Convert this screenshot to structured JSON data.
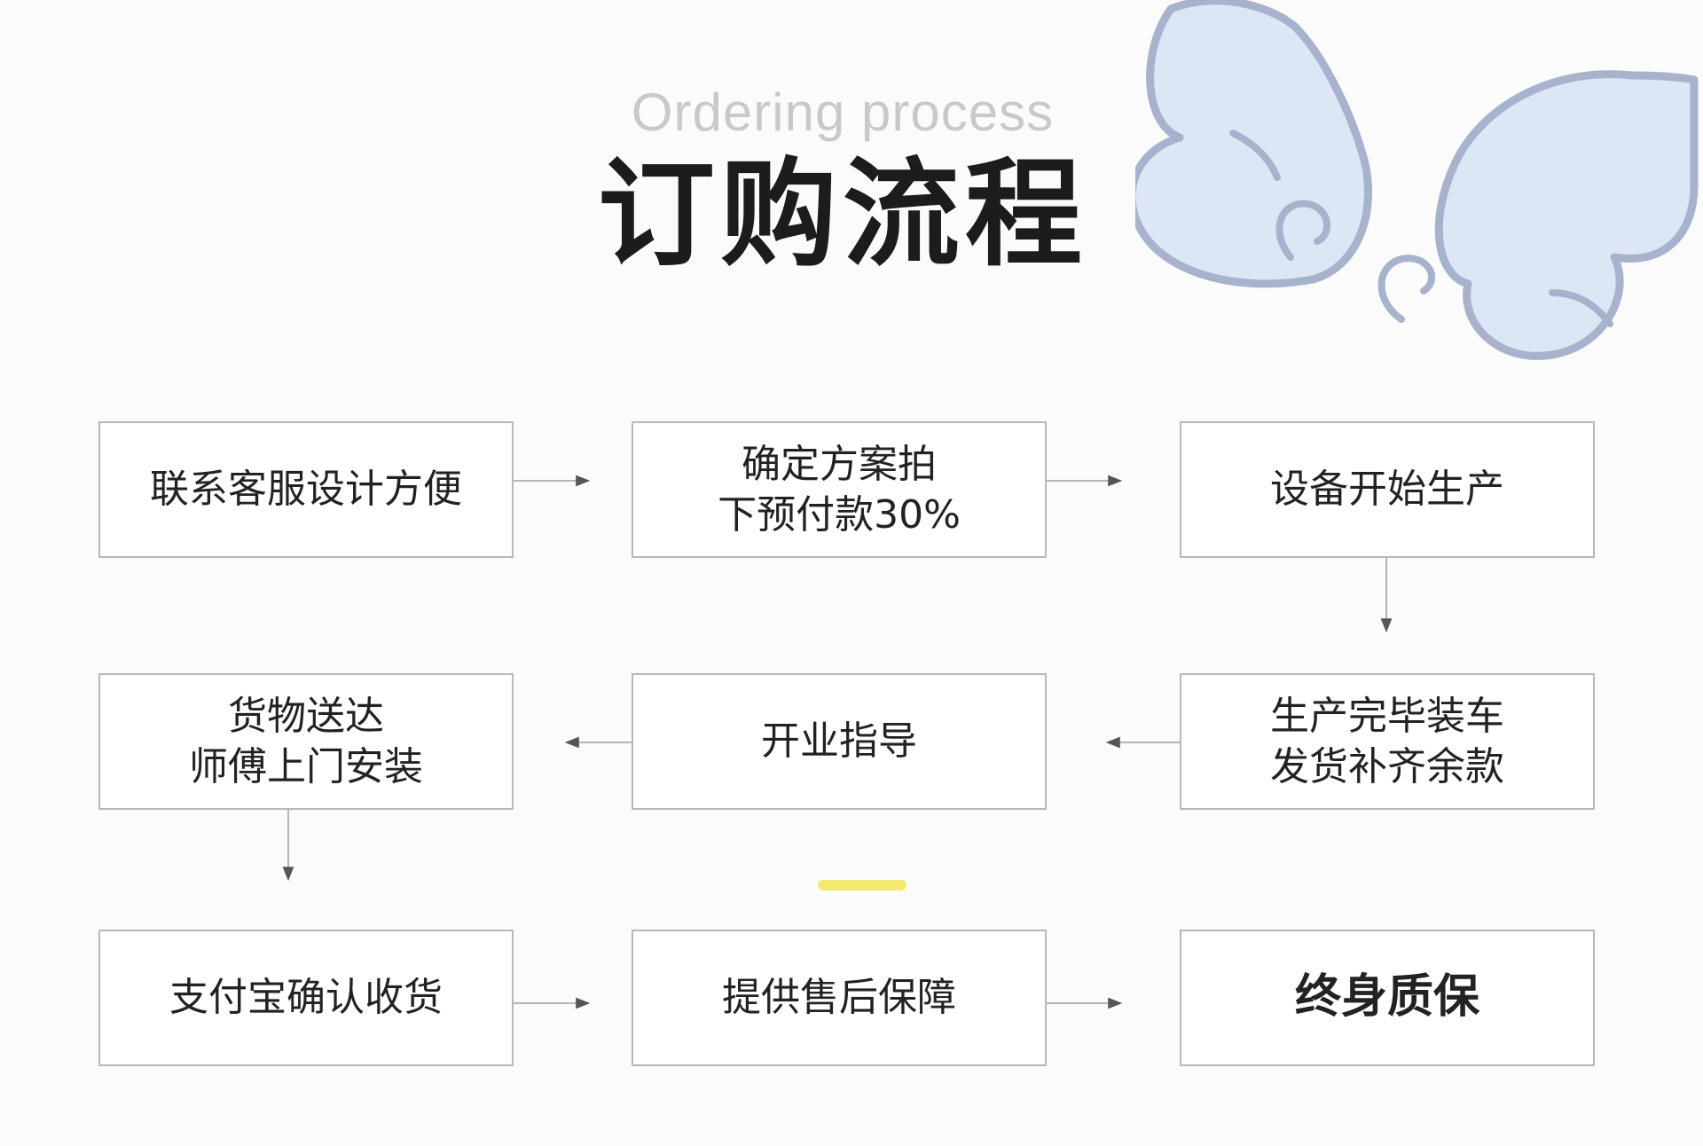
{
  "header": {
    "subtitle": "Ordering process",
    "title": "订购流程"
  },
  "steps": [
    {
      "label": "联系客服设计方便"
    },
    {
      "label": "确定方案拍\n下预付款30%"
    },
    {
      "label": "设备开始生产"
    },
    {
      "label": "生产完毕装车\n发货补齐余款"
    },
    {
      "label": "开业指导"
    },
    {
      "label": "货物送达\n师傅上门安装"
    },
    {
      "label": "支付宝确认收货"
    },
    {
      "label": "提供售后保障"
    },
    {
      "label": "终身质保"
    }
  ],
  "colors": {
    "wing_fill": "#dde6f5",
    "wing_stroke": "#a7b3cc",
    "accent": "#f3e971",
    "connector": "#b5b5b5"
  }
}
